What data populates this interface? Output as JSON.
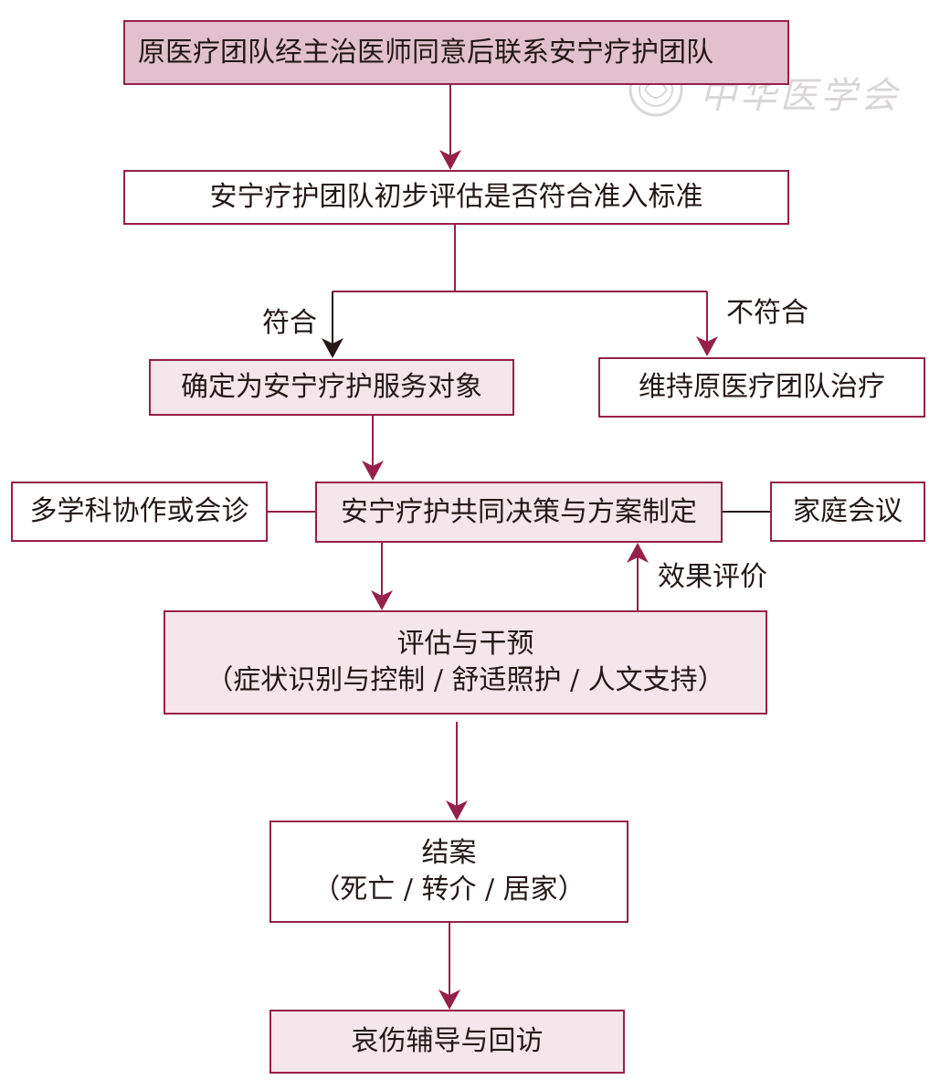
{
  "watermark": {
    "text": "中华医学会"
  },
  "nodes": {
    "start": "原医疗团队经主治医师同意后联系安宁疗护团队",
    "assess_entry": "安宁疗护团队初步评估是否符合准入标准",
    "confirm": "确定为安宁疗护服务对象",
    "maintain": "维持原医疗团队治疗",
    "decision": "安宁疗护共同决策与方案制定",
    "mdt": "多学科协作或会诊",
    "family": "家庭会议",
    "intervene_title": "评估与干预",
    "intervene_sub": "（症状识别与控制 / 舒适照护 / 人文支持）",
    "close_title": "结案",
    "close_sub": "（死亡 / 转介 / 居家）",
    "grief": "哀伤辅导与回访"
  },
  "edge_labels": {
    "yes": "符合",
    "no": "不符合",
    "evaluation": "效果评价"
  },
  "colors": {
    "line": "#96204a",
    "black_arrow": "#231816",
    "fill_deep": "#e2c0cd",
    "fill_light": "#f5e6ec"
  }
}
